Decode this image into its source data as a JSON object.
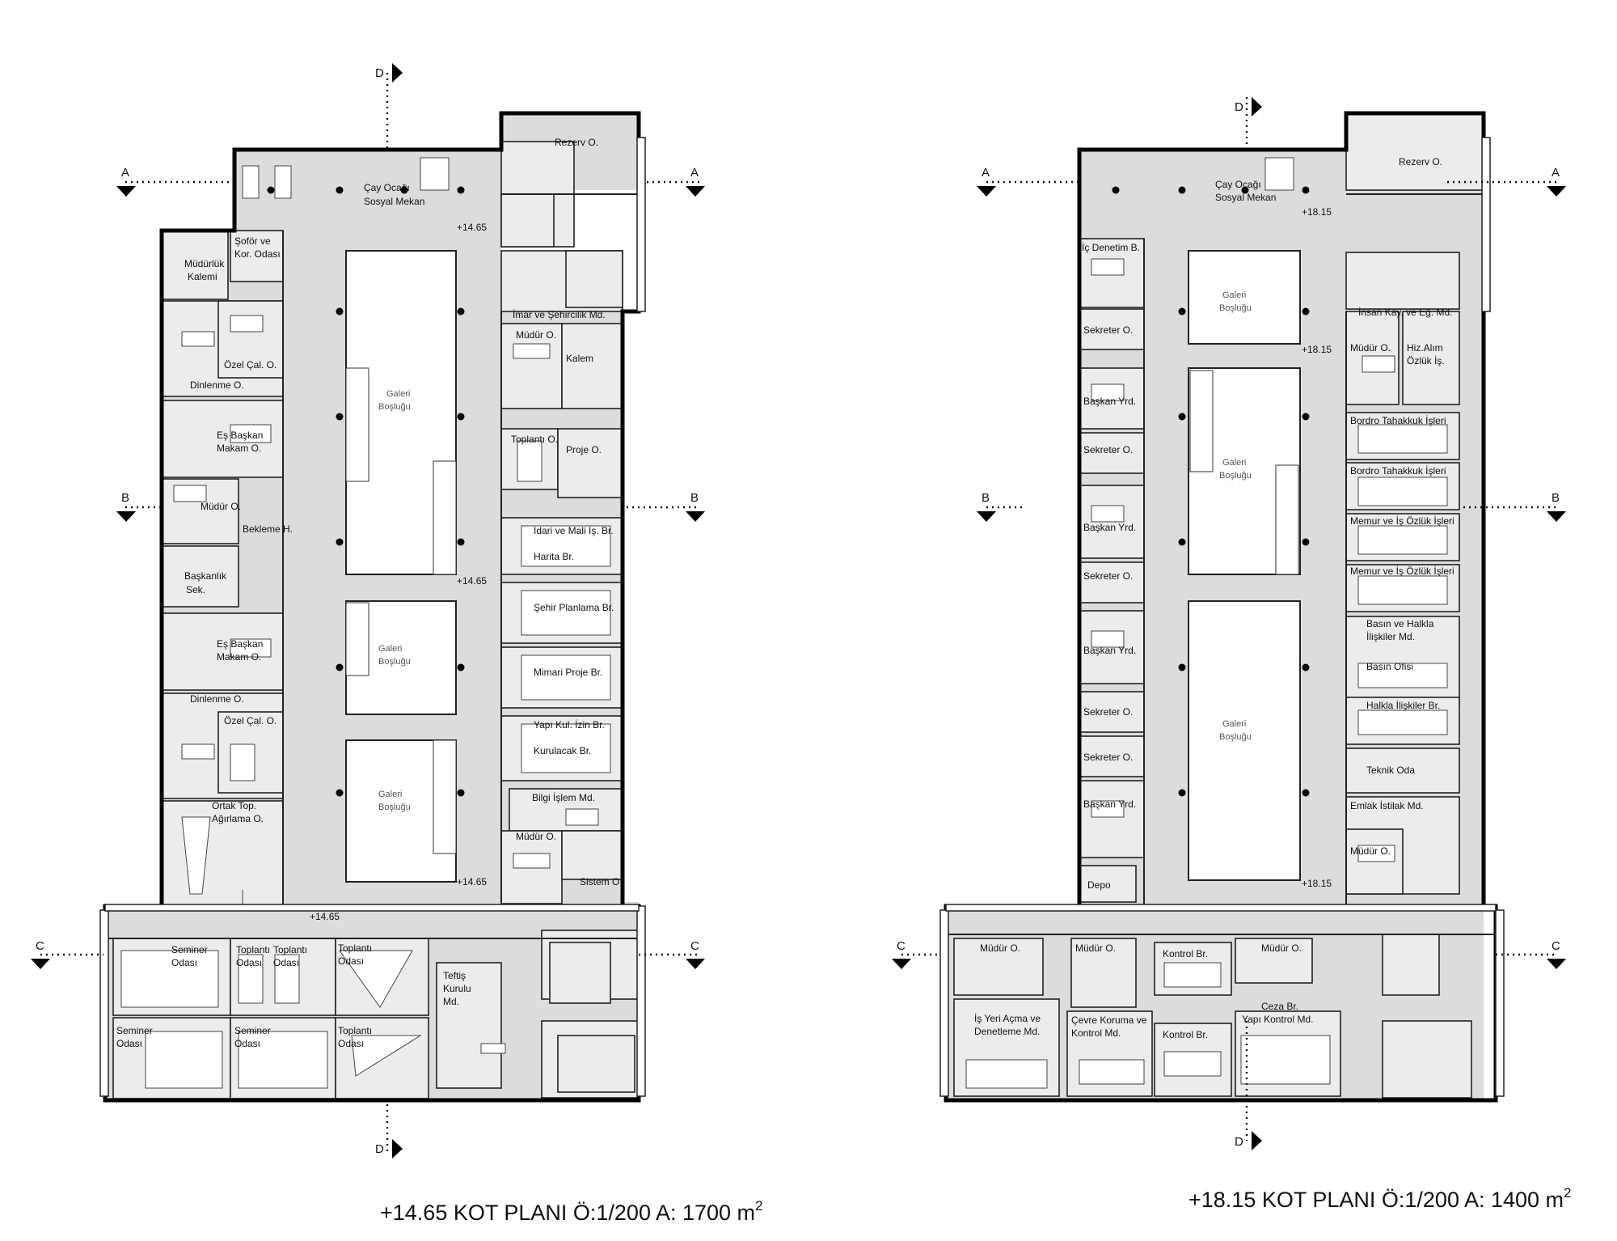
{
  "plans": [
    {
      "id": "plan-1465",
      "title": "+14.65 KOT PLANI  Ö:1/200 A: 1700 m",
      "title_sup": "2",
      "levels": [
        "+14.65",
        "+14.65",
        "+14.65",
        "+14.65"
      ],
      "section_markers": [
        "A",
        "A",
        "B",
        "B",
        "C",
        "C",
        "D",
        "D"
      ],
      "rooms": [
        {
          "key": "rezerv",
          "label": "Rezerv O."
        },
        {
          "key": "cay1",
          "label": "Çay Ocağı"
        },
        {
          "key": "cay2",
          "label": "Sosyal Mekan"
        },
        {
          "key": "sofor1",
          "label": "Şoför ve"
        },
        {
          "key": "sofor2",
          "label": "Kor. Odası"
        },
        {
          "key": "mudurluk1",
          "label": "Müdürlük"
        },
        {
          "key": "mudurluk2",
          "label": "Kalemi"
        },
        {
          "key": "ozel1",
          "label": "Özel Çal. O."
        },
        {
          "key": "dinlenme1",
          "label": "Dinlenme O."
        },
        {
          "key": "esbaskan1a",
          "label": "Eş Başkan"
        },
        {
          "key": "esbaskan1b",
          "label": "Makam O."
        },
        {
          "key": "mudur1",
          "label": "Müdür O."
        },
        {
          "key": "bekleme",
          "label": "Bekleme H."
        },
        {
          "key": "baskanlik1",
          "label": "Başkanlık"
        },
        {
          "key": "baskanlik2",
          "label": "Sek."
        },
        {
          "key": "esbaskan2a",
          "label": "Eş Başkan"
        },
        {
          "key": "esbaskan2b",
          "label": "Makam O."
        },
        {
          "key": "dinlenme2",
          "label": "Dinlenme O."
        },
        {
          "key": "ozel2",
          "label": "Özel Çal. O."
        },
        {
          "key": "ortak1",
          "label": "Ortak Top."
        },
        {
          "key": "ortak2",
          "label": "Ağırlama O."
        },
        {
          "key": "imar",
          "label": "İmar ve Şehircilik Md."
        },
        {
          "key": "mudur2",
          "label": "Müdür O."
        },
        {
          "key": "kalem",
          "label": "Kalem"
        },
        {
          "key": "toplanti1",
          "label": "Toplantı O."
        },
        {
          "key": "proje",
          "label": "Proje O."
        },
        {
          "key": "idari",
          "label": "İdari  ve Mali İş. Br."
        },
        {
          "key": "harita",
          "label": "Harita Br."
        },
        {
          "key": "sehir",
          "label": "Şehir Planlama Br."
        },
        {
          "key": "mimari",
          "label": "Mimari Proje Br."
        },
        {
          "key": "yapi1",
          "label": "Yapı Kul. İzin Br."
        },
        {
          "key": "yapi2",
          "label": "Kurulacak Br."
        },
        {
          "key": "bilgi",
          "label": "Bilgi İşlem Md."
        },
        {
          "key": "mudur3",
          "label": "Müdür O."
        },
        {
          "key": "sistem",
          "label": "Sistem O."
        },
        {
          "key": "galeri1a",
          "label": "Galeri"
        },
        {
          "key": "galeri1b",
          "label": "Boşluğu"
        },
        {
          "key": "galeri2a",
          "label": "Galeri"
        },
        {
          "key": "galeri2b",
          "label": "Boşluğu"
        },
        {
          "key": "galeri3a",
          "label": "Galeri"
        },
        {
          "key": "galeri3b",
          "label": "Boşluğu"
        },
        {
          "key": "seminer1a",
          "label": "Seminer"
        },
        {
          "key": "seminer1b",
          "label": "Odası"
        },
        {
          "key": "top2a",
          "label": "Toplantı"
        },
        {
          "key": "top2b",
          "label": "Odası"
        },
        {
          "key": "top3a",
          "label": "Toplantı"
        },
        {
          "key": "top3b",
          "label": "Odası"
        },
        {
          "key": "top4a",
          "label": "Toplantı"
        },
        {
          "key": "top4b",
          "label": "Odası"
        },
        {
          "key": "teftis1",
          "label": "Teftiş"
        },
        {
          "key": "teftis2",
          "label": "Kurulu"
        },
        {
          "key": "teftis3",
          "label": "Md."
        },
        {
          "key": "seminer2a",
          "label": "Seminer"
        },
        {
          "key": "seminer2b",
          "label": "Odası"
        },
        {
          "key": "seminer3a",
          "label": "Seminer"
        },
        {
          "key": "seminer3b",
          "label": "Odası"
        },
        {
          "key": "top5a",
          "label": "Toplantı"
        },
        {
          "key": "top5b",
          "label": "Odası"
        }
      ]
    },
    {
      "id": "plan-1815",
      "title": "+18.15 KOT PLANI  Ö:1/200 A: 1400 m",
      "title_sup": "2",
      "levels": [
        "+18.15",
        "+18.15",
        "+18.15"
      ],
      "section_markers": [
        "A",
        "A",
        "B",
        "B",
        "C",
        "C",
        "D",
        "D"
      ],
      "rooms": [
        {
          "key": "rezerv",
          "label": "Rezerv O."
        },
        {
          "key": "cay1",
          "label": "Çay Ocağı"
        },
        {
          "key": "cay2",
          "label": "Sosyal Mekan"
        },
        {
          "key": "icdenetim",
          "label": "İç Denetim B."
        },
        {
          "key": "sek1",
          "label": "Sekreter O."
        },
        {
          "key": "byrd1",
          "label": "Başkan Yrd."
        },
        {
          "key": "sek2",
          "label": "Sekreter O."
        },
        {
          "key": "byrd2",
          "label": "Başkan Yrd."
        },
        {
          "key": "sek3",
          "label": "Sekreter O."
        },
        {
          "key": "byrd3",
          "label": "Başkan Yrd."
        },
        {
          "key": "sek4",
          "label": "Sekreter O."
        },
        {
          "key": "sek5",
          "label": "Sekreter O."
        },
        {
          "key": "byrd4",
          "label": "Başkan Yrd."
        },
        {
          "key": "depo",
          "label": "Depo"
        },
        {
          "key": "insan",
          "label": "İnsan Kay. ve Eğ. Md."
        },
        {
          "key": "mudur1",
          "label": "Müdür O."
        },
        {
          "key": "hiz1",
          "label": "Hiz.Alım"
        },
        {
          "key": "hiz2",
          "label": "Özlük İş."
        },
        {
          "key": "bordro1",
          "label": "Bordro Tahakkuk İşleri"
        },
        {
          "key": "bordro2",
          "label": "Bordro Tahakkuk İşleri"
        },
        {
          "key": "memur1",
          "label": "Memur ve İş Özlük İşleri"
        },
        {
          "key": "memur2",
          "label": "Memur ve İş Özlük İşleri"
        },
        {
          "key": "basin1",
          "label": "Basın ve Halkla"
        },
        {
          "key": "basin2",
          "label": "İlişkiler Md."
        },
        {
          "key": "basinofisi",
          "label": "Basın Ofisi"
        },
        {
          "key": "halkla",
          "label": "Halkla İlişkiler Br."
        },
        {
          "key": "teknik",
          "label": "Teknik Oda"
        },
        {
          "key": "emlak",
          "label": "Emlak İstilak Md."
        },
        {
          "key": "mudur2",
          "label": "Müdür O."
        },
        {
          "key": "galeri1a",
          "label": "Galeri"
        },
        {
          "key": "galeri1b",
          "label": "Boşluğu"
        },
        {
          "key": "galeri2a",
          "label": "Galeri"
        },
        {
          "key": "galeri2b",
          "label": "Boşluğu"
        },
        {
          "key": "galeri3a",
          "label": "Galeri"
        },
        {
          "key": "galeri3b",
          "label": "Boşluğu"
        },
        {
          "key": "mudur3",
          "label": "Müdür O."
        },
        {
          "key": "mudur4",
          "label": "Müdür O."
        },
        {
          "key": "kontrol1",
          "label": "Kontrol Br."
        },
        {
          "key": "mudur5",
          "label": "Müdür O."
        },
        {
          "key": "isyeri1",
          "label": "İş Yeri Açma ve"
        },
        {
          "key": "isyeri2",
          "label": "Denetleme Md."
        },
        {
          "key": "cevre1",
          "label": "Çevre Koruma ve"
        },
        {
          "key": "cevre2",
          "label": "Kontrol Md."
        },
        {
          "key": "kontrol2",
          "label": "Kontrol Br."
        },
        {
          "key": "ceza",
          "label": "Ceza Br."
        },
        {
          "key": "yapikontrol",
          "label": "Yapı Kontrol Md."
        }
      ]
    }
  ]
}
